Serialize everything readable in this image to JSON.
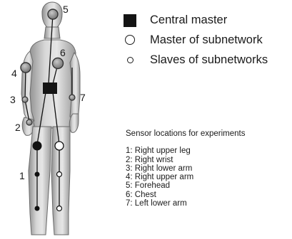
{
  "legend": {
    "items": [
      {
        "symbol": "filled-square",
        "label": "Central master"
      },
      {
        "symbol": "large-open-circle",
        "label": "Master of subnetwork"
      },
      {
        "symbol": "small-open-circle",
        "label": "Slaves of subnetworks"
      }
    ]
  },
  "figure_labels": [
    "1",
    "2",
    "3",
    "4",
    "5",
    "6",
    "7"
  ],
  "sensor_panel": {
    "title": "Sensor locations for experiments",
    "locations": [
      "1: Right upper leg",
      "2: Right wrist",
      "3: Right lower arm",
      "4: Right upper arm",
      "5: Forehead",
      "6: Chest",
      "7: Left lower arm"
    ]
  },
  "colors": {
    "body_light": "#d9d9d9",
    "body_mid": "#a8a8a8",
    "body_dark": "#5a5a5a",
    "node_dark": "#8a8a8a",
    "master": "#141414",
    "line": "#111111"
  }
}
